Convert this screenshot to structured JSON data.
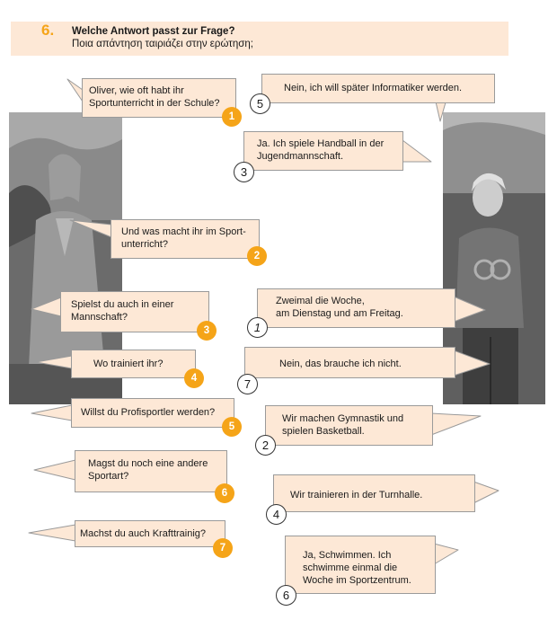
{
  "header": {
    "number": "6.",
    "title_de": "Welche Antwort passt zur Frage?",
    "title_gr": "Ποια απάντηση ταιριάζει στην ερώτηση;"
  },
  "questions": [
    {
      "number": "1",
      "text_lines": [
        "Oliver, wie oft habt ihr",
        "Sportunterricht in der Schule?"
      ]
    },
    {
      "number": "2",
      "text_lines": [
        "Und was macht ihr im Sport-",
        "unterricht?"
      ]
    },
    {
      "number": "3",
      "text_lines": [
        "Spielst du auch in einer",
        "Mannschaft?"
      ]
    },
    {
      "number": "4",
      "text_lines": [
        "Wo trainiert ihr?"
      ]
    },
    {
      "number": "5",
      "text_lines": [
        "Willst du Profisportler werden?"
      ]
    },
    {
      "number": "6",
      "text_lines": [
        "Magst du noch eine andere",
        "Sportart?"
      ]
    },
    {
      "number": "7",
      "text_lines": [
        "Machst du auch Krafttrainig?"
      ]
    }
  ],
  "answers": [
    {
      "number": "5",
      "text_lines": [
        "Nein, ich will später Informatiker werden."
      ]
    },
    {
      "number": "3",
      "text_lines": [
        "Ja. Ich spiele Handball in der",
        "Jugendmannschaft."
      ]
    },
    {
      "number": "1",
      "text_lines": [
        "Zweimal die Woche,",
        "am Dienstag und am Freitag."
      ],
      "example": true
    },
    {
      "number": "7",
      "text_lines": [
        "Nein, das brauche ich nicht."
      ]
    },
    {
      "number": "2",
      "text_lines": [
        "Wir machen Gymnastik und",
        "spielen Basketball."
      ]
    },
    {
      "number": "4",
      "text_lines": [
        "Wir trainieren in der Turnhalle."
      ]
    },
    {
      "number": "6",
      "text_lines": [
        "Ja, Schwimmen. Ich",
        "schwimme einmal die",
        "Woche im Sportzentrum."
      ]
    }
  ],
  "colors": {
    "accent": "#f5a418",
    "bubble": "#fde8d6",
    "header_bg": "#fde8d6"
  }
}
